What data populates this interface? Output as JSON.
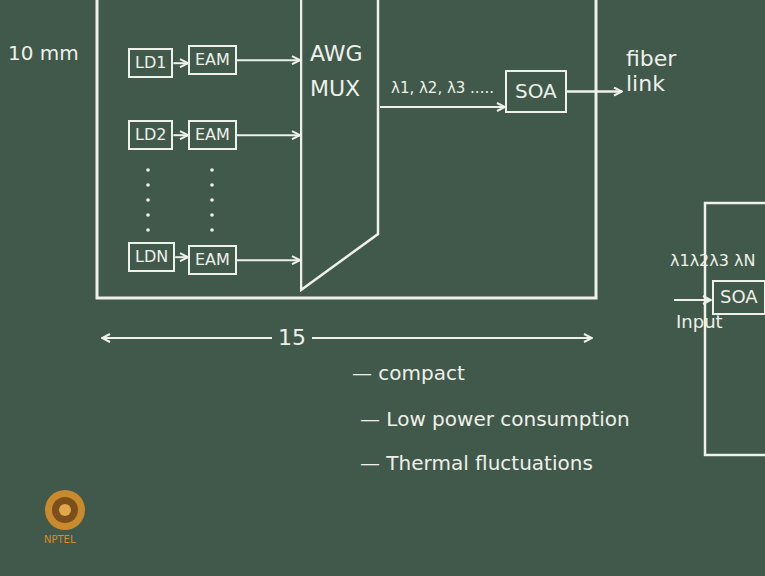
{
  "diagram": {
    "nodes": [
      {
        "text": [
          "LD1"
        ]
      },
      {
        "text": [
          "EAM"
        ]
      },
      {
        "text": [
          "LD2"
        ]
      },
      {
        "text": [
          "EAM"
        ]
      },
      {
        "text": [
          "LDN"
        ]
      },
      {
        "text": [
          "EAM"
        ]
      },
      {
        "text": [
          "AWG MUX"
        ]
      },
      {
        "text": [
          "SOA"
        ]
      },
      {
        "text": [
          "SOA"
        ]
      }
    ],
    "edges": [
      {
        "from": 0,
        "to": 1,
        "arrow": "to"
      },
      {
        "from": 2,
        "to": 3,
        "arrow": "to"
      },
      {
        "from": 4,
        "to": 5,
        "arrow": "to"
      },
      {
        "from": 1,
        "to": 6,
        "arrow": "to"
      },
      {
        "from": 3,
        "to": 6,
        "arrow": "to"
      },
      {
        "from": 5,
        "to": 6,
        "arrow": "to"
      },
      {
        "from": 6,
        "to": 7,
        "label": "λ1, λ2, λ3 .....",
        "arrow": "to"
      }
    ],
    "labels": [
      "10 mm",
      "15",
      "fiber link",
      "λ1λ2λ3 λN",
      "Input",
      "— compact",
      "— Low power consumption",
      "— Thermal fluctuations",
      "NPTEL"
    ]
  }
}
